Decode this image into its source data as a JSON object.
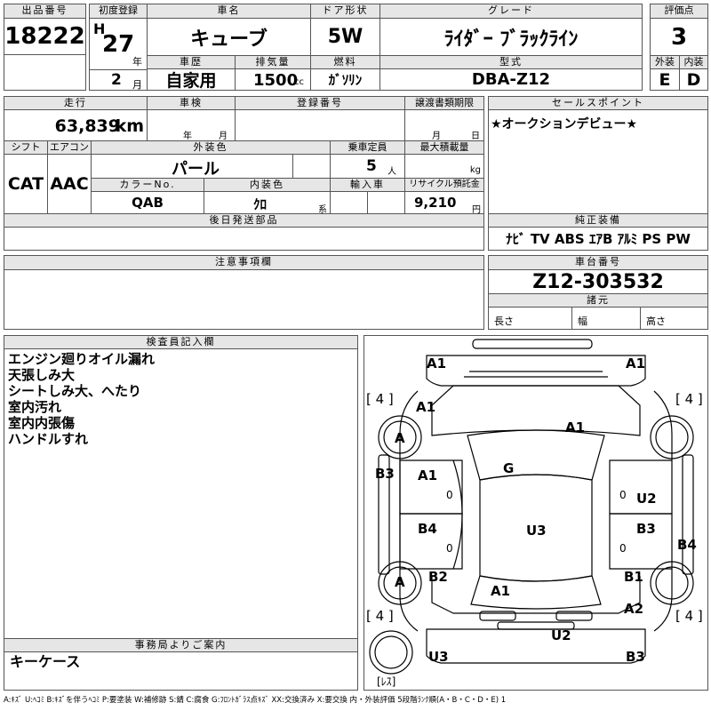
{
  "header": {
    "lot_no_label": "出品番号",
    "lot_no": "18222",
    "first_reg_label": "初度登録",
    "era": "H",
    "reg_year": "27",
    "year_unit": "年",
    "reg_month": "2",
    "month_unit": "月",
    "car_name_label": "車名",
    "car_name": "キューブ",
    "history_label": "車歴",
    "history": "自家用",
    "displacement_label": "排気量",
    "displacement": "1500",
    "cc_unit": "cc",
    "door_label": "ドア形状",
    "door": "5W",
    "fuel_label": "燃料",
    "fuel": "ｶﾞｿﾘﾝ",
    "grade_label": "グレード",
    "grade": "ﾗｲﾀﾞｰ ﾌﾞﾗｯｸﾗｲﾝ",
    "model_label": "型式",
    "model": "DBA-Z12",
    "score_label": "評価点",
    "score": "3",
    "exterior_label": "外装",
    "exterior": "E",
    "interior_label": "内装",
    "interior": "D"
  },
  "row2": {
    "mileage_label": "走行",
    "mileage": "63,839",
    "km_unit": "km",
    "inspection_label": "車検",
    "insp_year_unit": "年",
    "insp_month_unit": "月",
    "registration_label": "登録番号",
    "transfer_deadline_label": "譲渡書類期限",
    "td_month_unit": "月",
    "td_day_unit": "日",
    "sales_point_label": "セールスポイント",
    "sales_point": "★オークションデビュー★",
    "shift_label": "シフト",
    "shift": "CAT",
    "ac_label": "エアコン",
    "ac": "AAC",
    "ext_color_label": "外装色",
    "ext_color": "パール",
    "capacity_label": "乗車定員",
    "capacity": "5",
    "capacity_unit": "人",
    "max_load_label": "最大積載量",
    "max_load_unit": "kg",
    "color_no_label": "カラーNo.",
    "color_no": "QAB",
    "int_color_label": "内装色",
    "int_color": "ｸﾛ",
    "int_color_unit": "系",
    "import_label": "輸入車",
    "recycle_label": "リサイクル預託金",
    "recycle": "9,210",
    "recycle_unit": "円",
    "later_parts_label": "後日発送部品",
    "genuine_label": "純正装備",
    "genuine": "ﾅﾋﾞ TV ABS ｴｱB ｱﾙﾐ PS PW",
    "caution_label": "注意事項欄",
    "chassis_label": "車台番号",
    "chassis": "Z12-303532",
    "specs_label": "諸元",
    "length_label": "長さ",
    "width_label": "幅",
    "height_label": "高さ"
  },
  "inspector": {
    "label": "検査員記入欄",
    "lines": [
      "エンジン廻りオイル漏れ",
      "天張しみ大",
      "シートしみ大、へたり",
      "室内汚れ",
      "室内内張傷",
      "ハンドルすれ"
    ]
  },
  "office": {
    "label": "事務局よりご案内",
    "text": "キーケース"
  },
  "diagram": {
    "labels": {
      "a1_tl": "A1",
      "a1_tr": "A1",
      "tl4": "[ 4 ]",
      "tr4": "[ 4 ]",
      "a1_hood": "A1",
      "a1_front_l": "A1",
      "a_wheel_fl": "A",
      "g_glass": "G",
      "b3_l": "B3",
      "a1_door_l": "A1",
      "zero_l1": "0",
      "zero_r1": "0",
      "u2_r": "U2",
      "b4_l": "B4",
      "zero_l2": "0",
      "u3_roof": "U3",
      "b3_r": "B3",
      "zero_r2": "0",
      "b4_r": "B4",
      "a_wheel_rl": "A",
      "b2_l": "B2",
      "a1_rear": "A1",
      "b1_r": "B1",
      "bl4": "[ 4 ]",
      "br4": "[ 4 ]",
      "a2_r": "A2",
      "u2_bottom": "U2",
      "u3_bl": "U3",
      "b3_br": "B3",
      "less": "[ﾚｽ]"
    }
  },
  "legend": "A:ｷｽﾞ U:ﾍｺﾐ B:ｷｽﾞを伴うﾍｺﾐ P:要塗装 W:補修跡 S:錆 C:腐食 G:ﾌﾛﾝﾄｶﾞﾗｽ点ｷｽﾞ XX:交換済み X:要交換 内・外装評価 5段階ﾗﾝｸ順(A・B・C・D・E) 1"
}
